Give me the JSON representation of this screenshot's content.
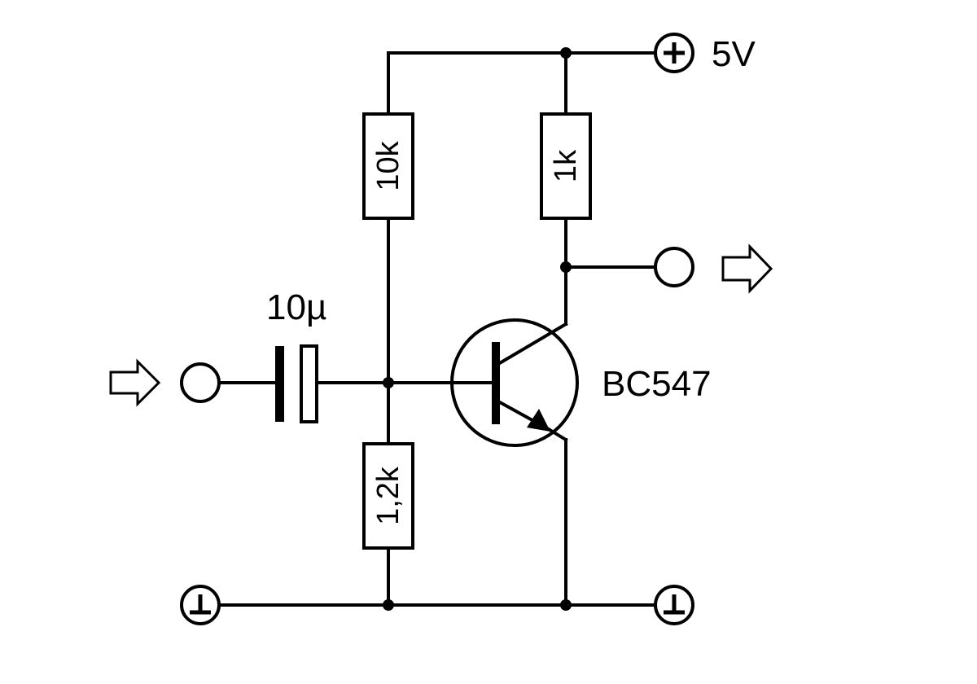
{
  "components": {
    "supply": {
      "label": "5V"
    },
    "r_base_top": {
      "label": "10k"
    },
    "r_collector": {
      "label": "1k"
    },
    "r_base_bottom": {
      "label": "1,2k"
    },
    "capacitor": {
      "label": "10µ"
    },
    "transistor": {
      "label": "BC547"
    }
  }
}
